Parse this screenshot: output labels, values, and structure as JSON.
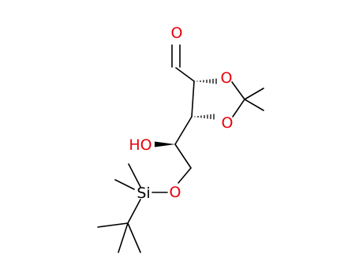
{
  "molecule": {
    "atoms": {
      "aldehyde_o": {
        "symbol": "O",
        "color": "#e8000b"
      },
      "ring_o_upper": {
        "symbol": "O",
        "color": "#e8000b"
      },
      "ring_o_lower": {
        "symbol": "O",
        "color": "#e8000b"
      },
      "hydroxyl": {
        "symbol": "HO",
        "color": "#e8000b"
      },
      "ether_o": {
        "symbol": "O",
        "color": "#e8000b"
      },
      "silicon": {
        "symbol": "Si",
        "color": "#000000"
      }
    }
  }
}
